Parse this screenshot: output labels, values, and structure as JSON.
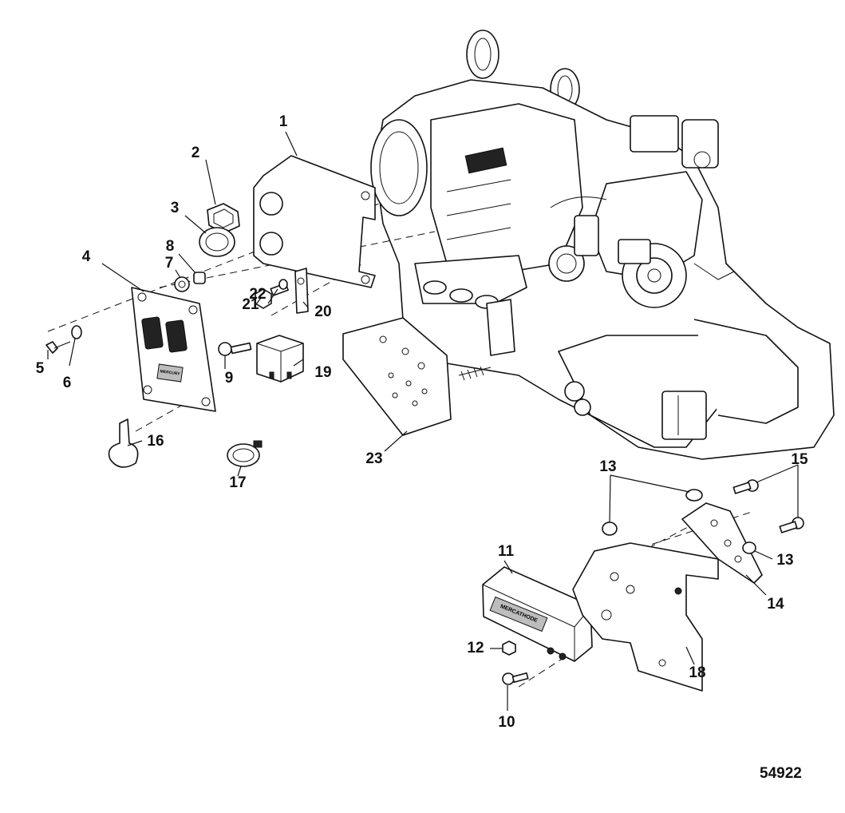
{
  "figure_number": "54922",
  "callouts": [
    "1",
    "2",
    "3",
    "4",
    "5",
    "6",
    "7",
    "8",
    "9",
    "10",
    "11",
    "12",
    "13",
    "13",
    "13",
    "14",
    "15",
    "16",
    "17",
    "18",
    "19",
    "20",
    "21",
    "22",
    "23"
  ],
  "decals": {
    "ecm_cover": "MERCURY",
    "module_label": "MERCATHODE"
  },
  "colors": {
    "line": "#111111",
    "background": "#ffffff"
  }
}
